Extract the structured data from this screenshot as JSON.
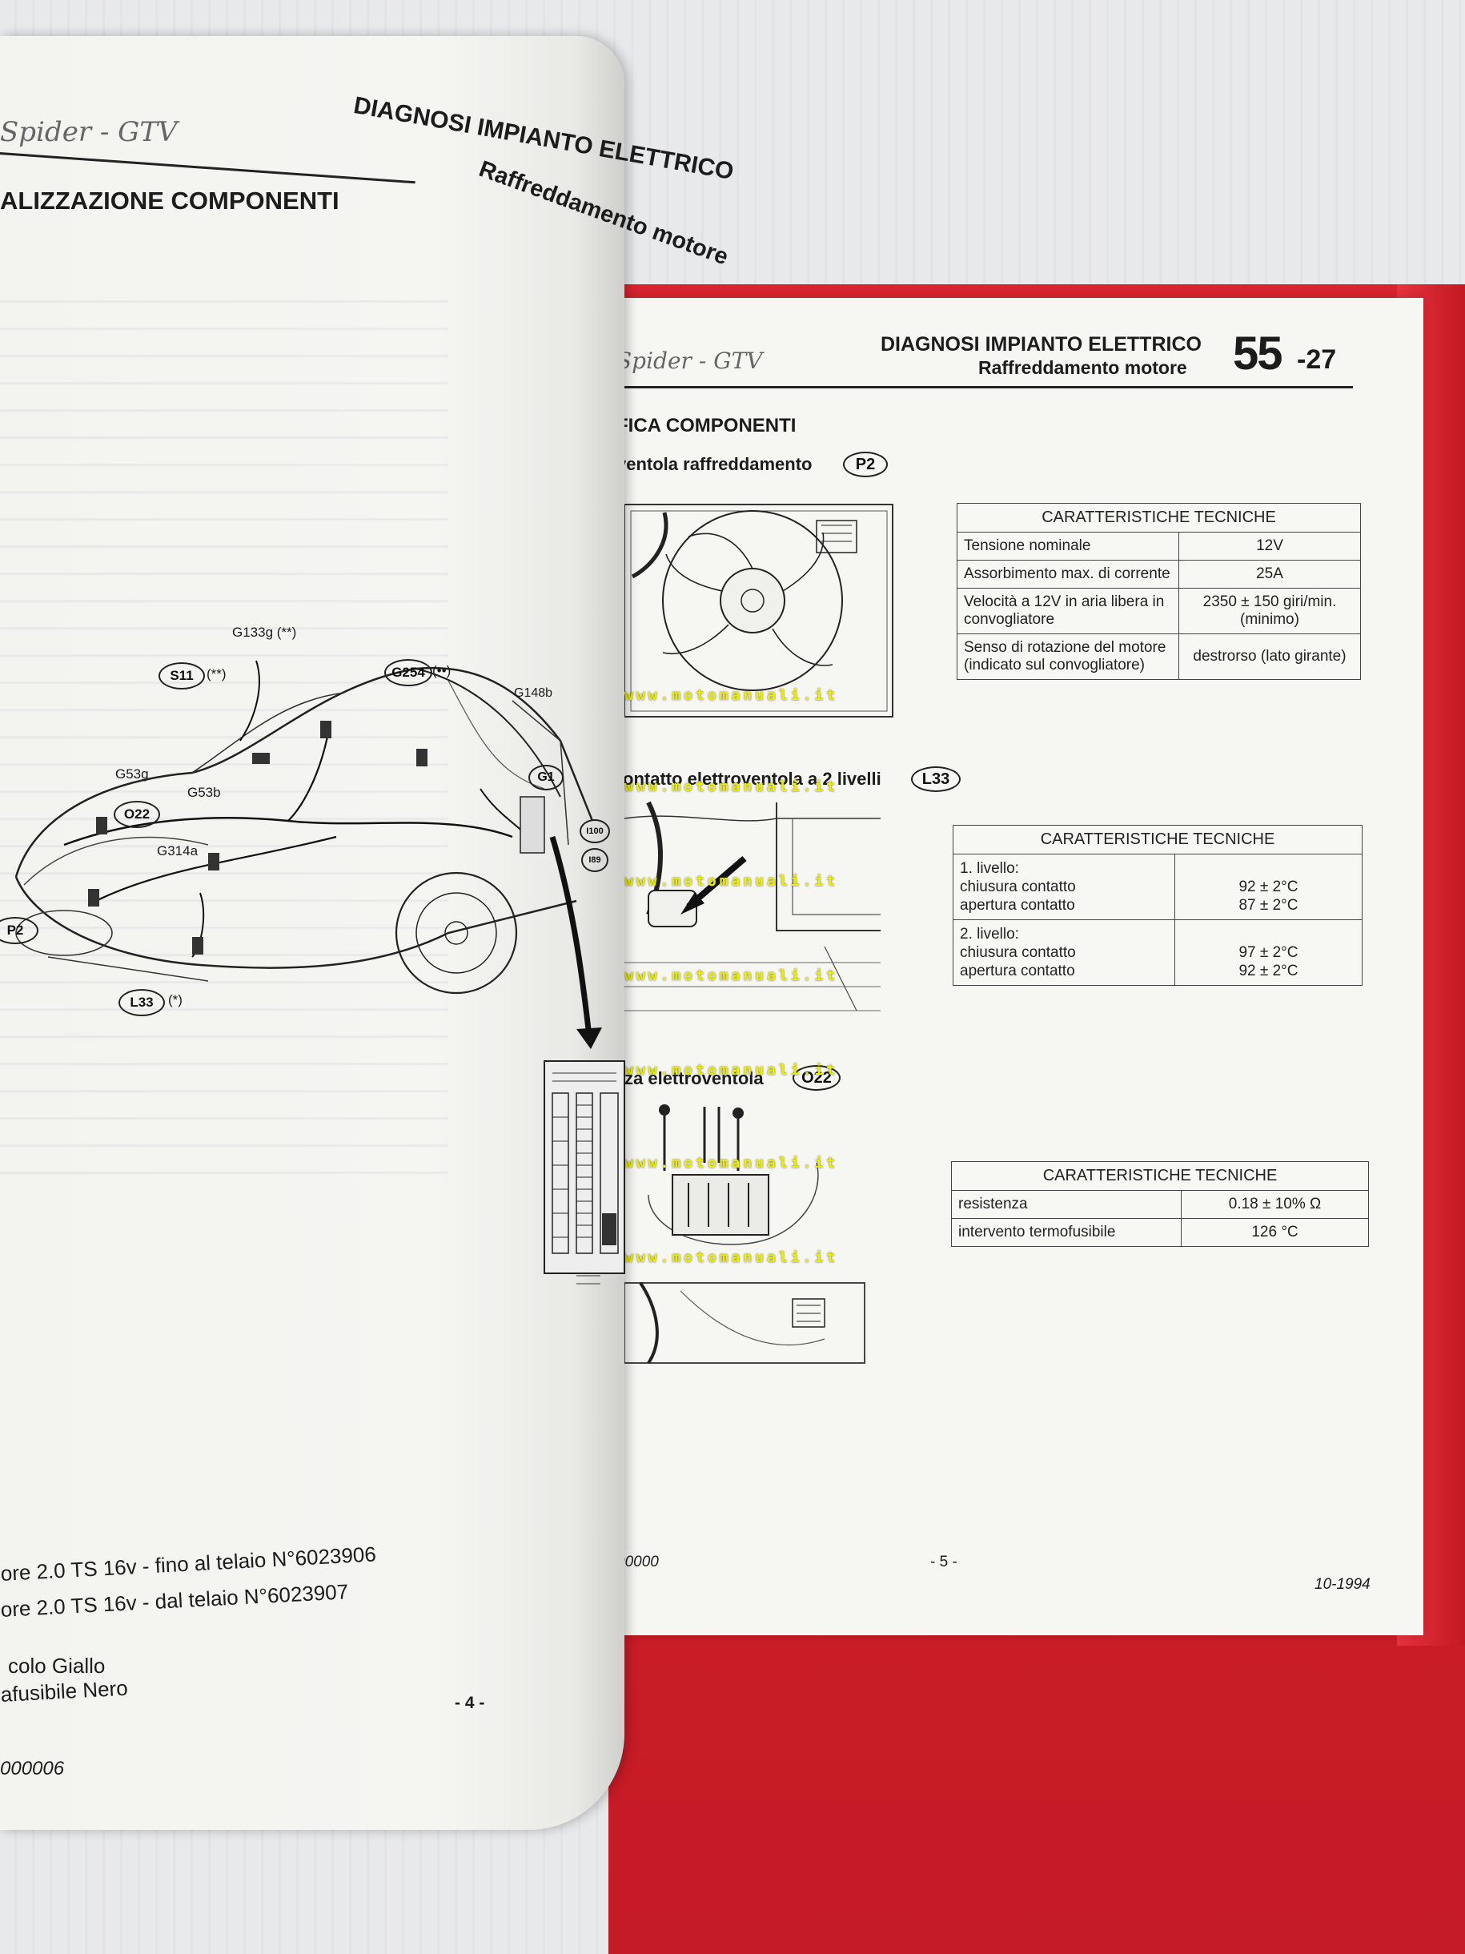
{
  "left_page": {
    "header_logo": "Spider - GTV",
    "header_title": "DIAGNOSI IMPIANTO ELETTRICO",
    "header_subtitle": "Raffreddamento motore",
    "section_title": "ALIZZAZIONE COMPONENTI",
    "callouts": {
      "g133g": "G133g (**)",
      "s11": "S11",
      "s11_mark": "(**)",
      "g254": "G254",
      "g254_mark": "(••)",
      "g148b": "G148b",
      "g1": "G1",
      "g53g": "G53g",
      "g53b": "G53b",
      "o22": "O22",
      "g314a": "G314a",
      "p2": "P2",
      "l33": "L33",
      "l33_mark": "(*)",
      "i100": "I100",
      "i89": "I89"
    },
    "notes": [
      "ore 2.0 TS 16v - fino al telaio N°6023906",
      "ore 2.0 TS 16v - dal telaio N°6023907",
      "colo Giallo",
      "afusibile Nero"
    ],
    "page_number": "- 4 -",
    "code": "000006"
  },
  "right_page": {
    "header_logo": "Spider - GTV",
    "header_title": "DIAGNOSI IMPIANTO ELETTRICO",
    "header_subtitle": "Raffreddamento motore",
    "section_number": "55",
    "section_suffix": "-27",
    "section_title": "FICA COMPONENTI",
    "components": [
      {
        "label": "ventola raffreddamento",
        "tag": "P2",
        "table_header": "CARATTERISTICHE TECNICHE",
        "rows": [
          {
            "name": "Tensione nominale",
            "value": "12V"
          },
          {
            "name": "Assorbimento max. di corrente",
            "value": "25A"
          },
          {
            "name": "Velocità a 12V in aria libera in convogliatore",
            "value": "2350 ± 150 giri/min. (minimo)"
          },
          {
            "name": "Senso di rotazione del motore (indicato sul convogliatore)",
            "value": "destrorso (lato girante)"
          }
        ]
      },
      {
        "label": "ontatto elettroventola a 2 livelli",
        "tag": "L33",
        "table_header": "CARATTERISTICHE TECNICHE",
        "rows": [
          {
            "name": "1. livello:",
            "sub": [
              "chiusura contatto",
              "apertura contatto"
            ],
            "values": [
              "92 ± 2°C",
              "87 ± 2°C"
            ]
          },
          {
            "name": "2. livello:",
            "sub": [
              "chiusura contatto",
              "apertura contatto"
            ],
            "values": [
              "97 ± 2°C",
              "92 ± 2°C"
            ]
          }
        ]
      },
      {
        "label": "za elettroventola",
        "tag": "O22",
        "table_header": "CARATTERISTICHE TECNICHE",
        "rows": [
          {
            "name": "resistenza",
            "value": "0.18 ± 10% Ω"
          },
          {
            "name": "intervento termofusibile",
            "value": "126 °C"
          }
        ]
      }
    ],
    "footer_code": "00000",
    "page_number": "- 5 -",
    "date": "10-1994"
  },
  "watermark": "www.motomanuali.it"
}
